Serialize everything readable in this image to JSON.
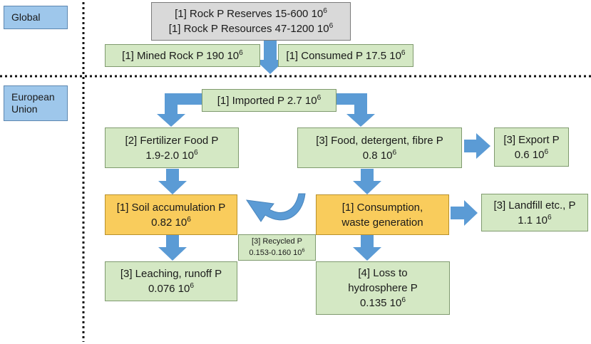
{
  "regions": {
    "global": "Global",
    "eu_line1": "European",
    "eu_line2": "Union"
  },
  "nodes": {
    "rock": {
      "line1_text": "[1] Rock P Reserves 15-600 10",
      "line1_exp": "6",
      "line2_text": "[1] Rock P Resources 47-1200 10",
      "line2_exp": "6"
    },
    "mined": {
      "text": "[1] Mined Rock P 190 10",
      "exp": "6"
    },
    "consumed": {
      "text": "[1] Consumed P 17.5 10",
      "exp": "6"
    },
    "imported": {
      "text": "[1] Imported P 2.7 10",
      "exp": "6"
    },
    "fertilizer": {
      "line1": "[2] Fertilizer Food P",
      "line2_text": "1.9-2.0 10",
      "line2_exp": "6"
    },
    "food": {
      "line1": "[3] Food, detergent, fibre P",
      "line2_text": "0.8 10",
      "line2_exp": "6"
    },
    "export": {
      "line1": "[3] Export P",
      "line2_text": "0.6 10",
      "line2_exp": "6"
    },
    "soil": {
      "line1": "[1] Soil accumulation P",
      "line2_text": "0.82 10",
      "line2_exp": "6"
    },
    "consumption": {
      "line1": "[1] Consumption,",
      "line2": "waste generation"
    },
    "landfill": {
      "line1": "[3] Landfill etc., P",
      "line2_text": "1.1 10",
      "line2_exp": "6"
    },
    "recycled": {
      "line1": "[3] Recycled P",
      "line2_text": "0.153-0.160 10",
      "line2_exp": "6"
    },
    "leaching": {
      "line1": "[3] Leaching, runoff P",
      "line2_text": "0.076 10",
      "line2_exp": "6"
    },
    "loss": {
      "line1": "[4] Loss to",
      "line2": "hydrosphere P",
      "line3_text": "0.135 10",
      "line3_exp": "6"
    }
  },
  "colors": {
    "green_box": "#d4e8c4",
    "gray_box": "#d9d9d9",
    "orange_box": "#f9cc5c",
    "blue_label": "#9ec7eb",
    "arrow": "#5b9bd5"
  }
}
